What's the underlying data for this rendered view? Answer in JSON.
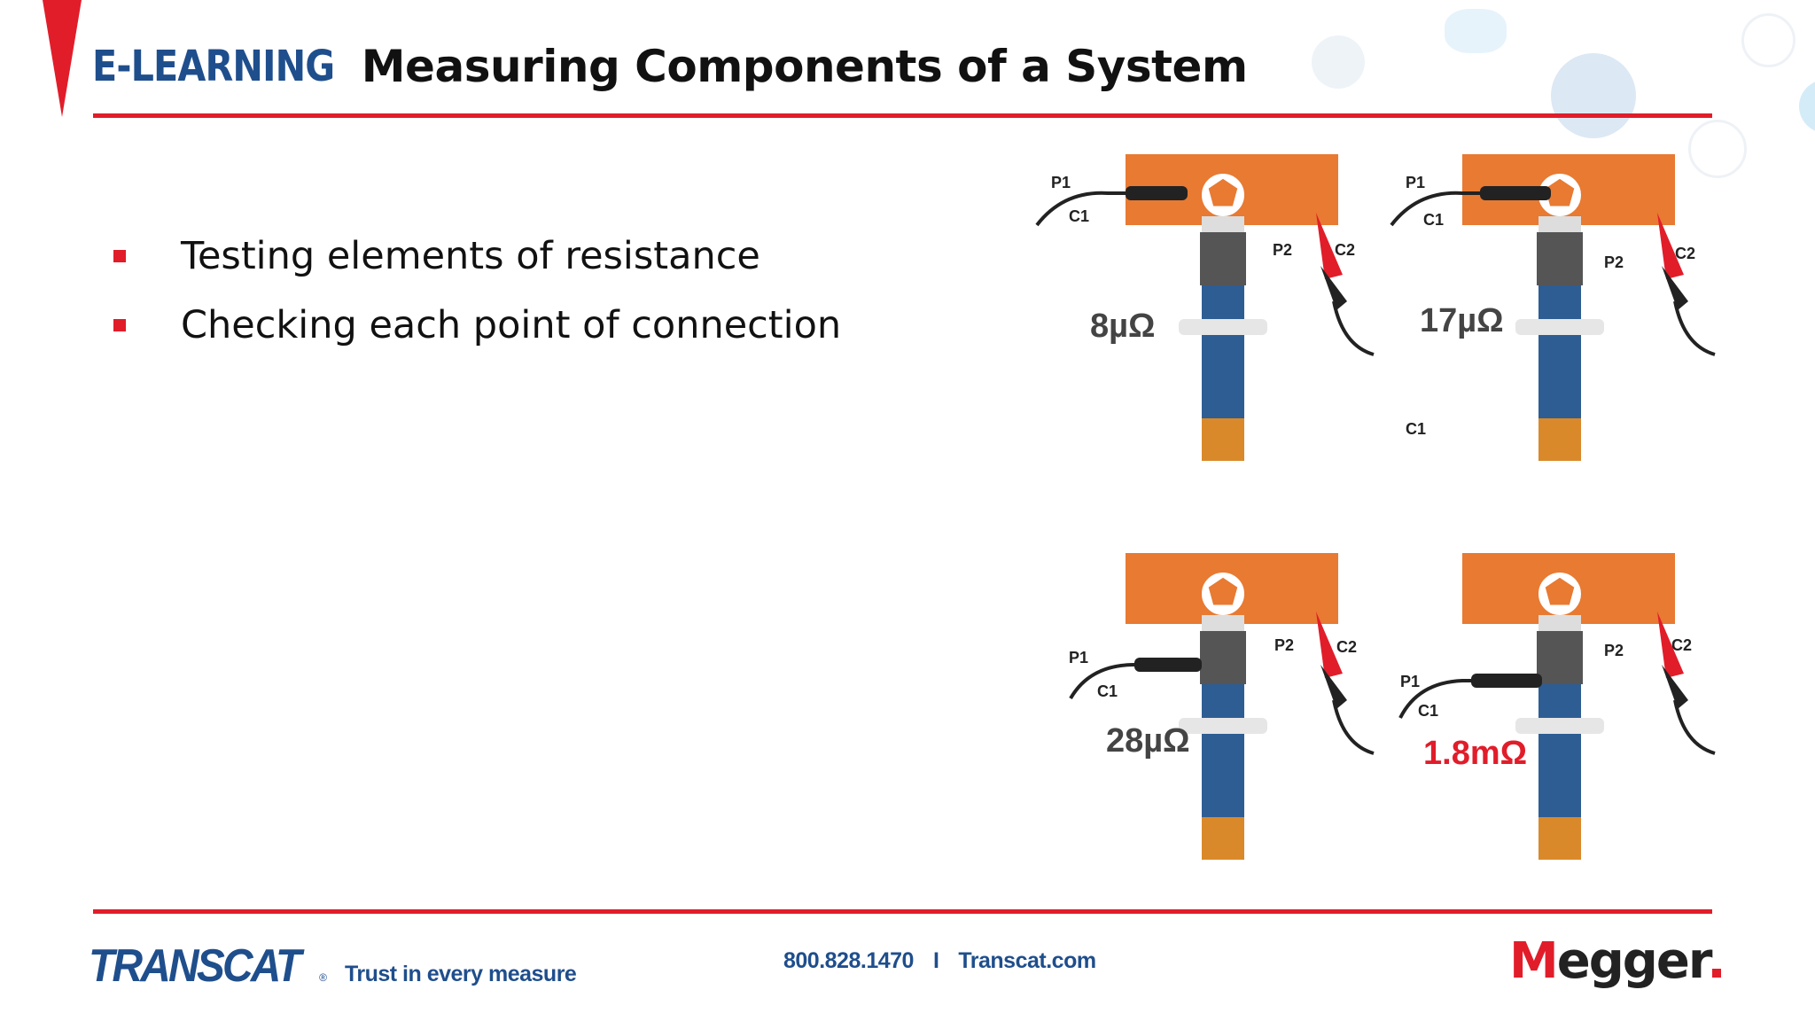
{
  "header": {
    "brand": "E-LEARNING",
    "title": "Measuring Components of a System"
  },
  "bullets": [
    "Testing elements of resistance",
    "Checking each point of connection"
  ],
  "diagrams": [
    {
      "reading": "8µΩ",
      "reading_color": "#444444",
      "labels": [
        "P1",
        "C1",
        "P2",
        "C2"
      ]
    },
    {
      "reading": "17µΩ",
      "reading_color": "#444444",
      "labels": [
        "P1",
        "C1",
        "P2",
        "C2",
        "C1"
      ]
    },
    {
      "reading": "28µΩ",
      "reading_color": "#444444",
      "labels": [
        "P1",
        "C1",
        "P2",
        "C2"
      ]
    },
    {
      "reading": "1.8mΩ",
      "reading_color": "#e11d2a",
      "labels": [
        "P1",
        "C1",
        "P2",
        "C2"
      ]
    }
  ],
  "footer": {
    "company": "TRANSCAT",
    "trademark": "®",
    "tagline": "Trust in every measure",
    "phone": "800.828.1470",
    "separator": "I",
    "website": "Transcat.com",
    "partner_logo": "Megger"
  },
  "colors": {
    "accent_red": "#e11d2a",
    "brand_blue": "#1f4e8c",
    "busbar_orange": "#e87a32",
    "cable_blue": "#2e5d93"
  }
}
